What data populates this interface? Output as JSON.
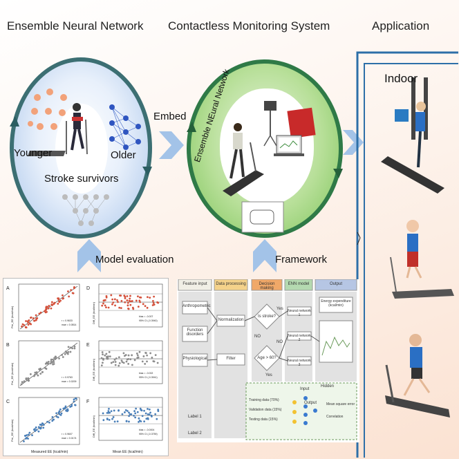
{
  "headers": {
    "ensemble": "Ensemble Neural Network",
    "contactless": "Contactless Monitoring System",
    "application": "Application"
  },
  "left_circle": {
    "younger": "Younger",
    "older": "Older",
    "stroke": "Stroke survivors"
  },
  "embed": "Embed",
  "middle_circle": {
    "label": "Ensemble NEural Network"
  },
  "indoor": "Indoor",
  "model_evaluation": "Model evaluation",
  "framework": "Framework",
  "plots": {
    "panels": [
      "A",
      "B",
      "C",
      "D",
      "E",
      "F"
    ],
    "scatter_ylabel": [
      "Pre_EE (kcal/min)",
      "Pre_EE (kcal/min)",
      "Pre_EE (kcal/min)"
    ],
    "ba_ylabel": [
      "Diff_EE (kcal/min)",
      "Diff_EE (kcal/min)",
      "Diff_EE (kcal/min)"
    ],
    "scatter_xlabel": "Measured EE (kcal/min)",
    "ba_xlabel": "Mean EE (kcal/min)",
    "scatter_stats": [
      [
        "r = 0.9633",
        "mae = 0.0814"
      ],
      [
        "r = 0.9763",
        "mae = 0.0209"
      ],
      [
        "r = 0.9607",
        "mae = 0.0174"
      ]
    ],
    "ba_stats": [
      [
        "bias = -0.007",
        "95% CI (-0.3940)"
      ],
      [
        "bias = -0.002",
        "95% CI (-0.3941)"
      ],
      [
        "bias = -0.0004",
        "95% CI (-0.3759)"
      ]
    ]
  },
  "flowchart": {
    "headers": [
      "Feature input",
      "Data processing",
      "Decision making",
      "ENN model",
      "Output"
    ],
    "inputs": [
      "Anthropometric",
      "Function disorders",
      "Physiological"
    ],
    "processing": [
      "Normalization",
      "Filter"
    ],
    "decisions": [
      "Is stroke?",
      "Age > 60?"
    ],
    "decision_labels": [
      "NO",
      "NO",
      "Yes",
      "Yes"
    ],
    "networks": [
      "Neural network 1",
      "Neural network 2",
      "Neural network 3"
    ],
    "output": "Energy expenditure (kcal/min)",
    "labels": [
      "Label 1",
      "Label 2"
    ],
    "nn_detail": {
      "input": "Input",
      "hidden": "Hidden",
      "output": "Output",
      "data": [
        "Training data (70%)",
        "Validation data (15%)",
        "Testing data (15%)"
      ],
      "metrics": [
        "Mean square error",
        "Correlation"
      ]
    }
  }
}
